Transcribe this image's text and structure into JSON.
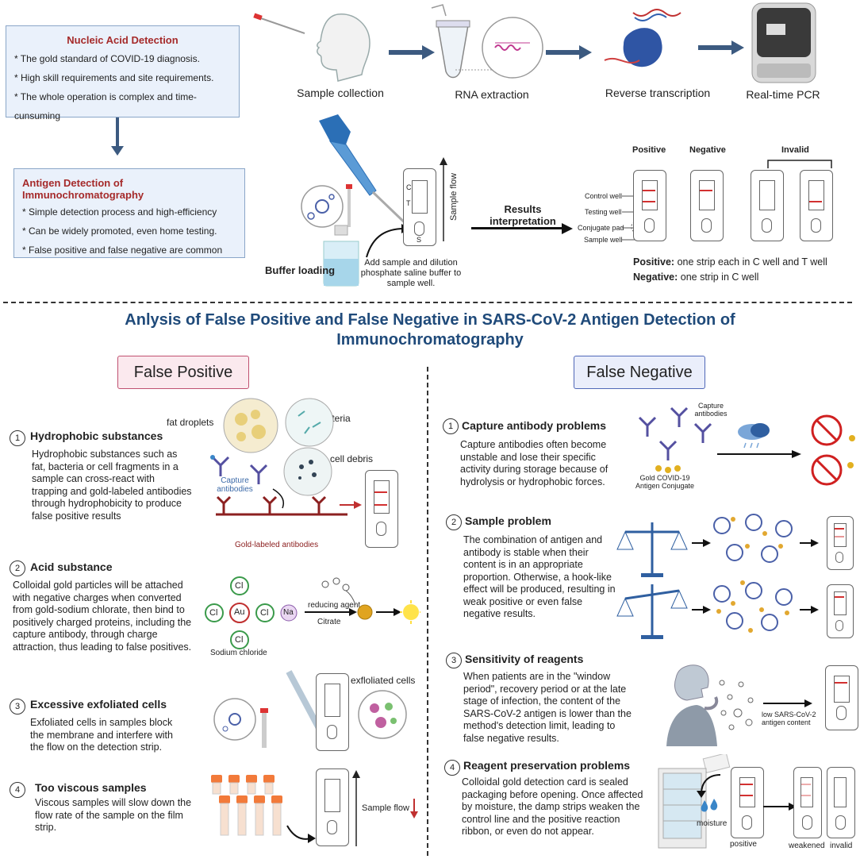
{
  "nucleic": {
    "title": "Nucleic Acid Detection",
    "bullets": [
      "* The gold standard of COVID-19 diagnosis.",
      "* High skill requirements and site requirements.",
      "* The whole operation is complex and time-cunsuming"
    ]
  },
  "antigen": {
    "title": "Antigen Detection of Immunochromatography",
    "bullets": [
      "* Simple detection process and high-efficiency",
      "* Can be widely promoted, even home testing.",
      "* False positive and false negative are common"
    ]
  },
  "pcr_steps": [
    "Sample collection",
    "RNA extraction",
    "Reverse transcription",
    "Real-time PCR"
  ],
  "assay": {
    "buffer_loading": "Buffer loading",
    "add_sample": "Add sample and dilution phosphate saline buffer to sample well.",
    "sample_flow": "Sample flow",
    "results_interpretation": "Results interpretation",
    "positive_header": "Positive",
    "negative_header": "Negative",
    "invalid_header": "Invalid",
    "control_well": "Control well",
    "testing_well": "Testing well",
    "conjugate_pad": "Conjugate pad",
    "sample_well": "Sample well",
    "c": "C",
    "t": "T",
    "s": "S",
    "positive_rule_label": "Positive:",
    "positive_rule": " one strip each in C well and T well",
    "negative_rule_label": "Negative:",
    "negative_rule": " one strip in C well"
  },
  "main_title_1": "Anlysis of False Positive and False Negative in SARS-CoV-2 Antigen Detection of",
  "main_title_2": "Immunochromatography",
  "false_positive": {
    "label": "False Positive",
    "sections": [
      {
        "num": "1",
        "title": "Hydrophobic substances",
        "body": "Hydrophobic substances such as fat, bacteria or cell fragments in a sample can cross-react with trapping and gold-labeled antibodies through hydrophobicity to produce false positive results"
      },
      {
        "num": "2",
        "title": "Acid substance",
        "body": "Colloidal gold particles will be attached with negative charges when converted from  gold-sodium chlorate, then bind  to positively charged proteins, including the capture antibody, through charge attraction, thus leading to false positives."
      },
      {
        "num": "3",
        "title": "Excessive exfoliated cells",
        "body": "Exfoliated cells in  samples block the membrane and interfere with the flow on the detection strip."
      },
      {
        "num": "4",
        "title": "Too viscous samples",
        "body": "Viscous samples will slow down the flow rate of the sample  on the film strip."
      }
    ],
    "fig": {
      "fat_droplets": "fat droplets",
      "bacteria": "bacteria",
      "cell_debris": "cell debris",
      "capture_antibodies": "Capture antibodies",
      "gold_labeled": "Gold-labeled antibodies",
      "reducing_agent": "reducing agent",
      "citrate": "Citrate",
      "sodium_chloride": "Sodium chloride",
      "cl": "Cl",
      "au": "Au",
      "na": "Na",
      "exfoliated": "exfloliated cells",
      "sample_flow": "Sample flow"
    }
  },
  "false_negative": {
    "label": "False Negative",
    "sections": [
      {
        "num": "1",
        "title": "Capture antibody problems",
        "body": "Capture antibodies often become unstable and lose their specific activity during storage because of hydrolysis or hydrophobic forces."
      },
      {
        "num": "2",
        "title": "Sample problem",
        "body": "The combination of antigen and antibody is stable when their content is in an appropriate proportion. Otherwise, a hook-like effect will be produced, resulting in weak positive or even false negative results."
      },
      {
        "num": "3",
        "title": "Sensitivity of reagents",
        "body": "When patients are in the \"window period\", recovery period or at the late stage of infection,  the content of the SARS-CoV-2 antigen is lower than the method's detection limit, leading to false negative results."
      },
      {
        "num": "4",
        "title": "Reagent preservation problems",
        "body": "Colloidal gold detection card is sealed packaging before opening.  Once affected by moisture, the damp strips weaken the control line and the positive reaction ribbon, or even do not appear."
      }
    ],
    "fig": {
      "capture_antibodies": "Capture antibodies",
      "gold_conjugate": "Gold  COVID-19 Antigen Conjugate",
      "low_content": "low SARS-CoV-2 antigen content",
      "moisture": "moisture",
      "positive": "positive",
      "weakened": "weakened",
      "invalid": "invalid"
    }
  }
}
